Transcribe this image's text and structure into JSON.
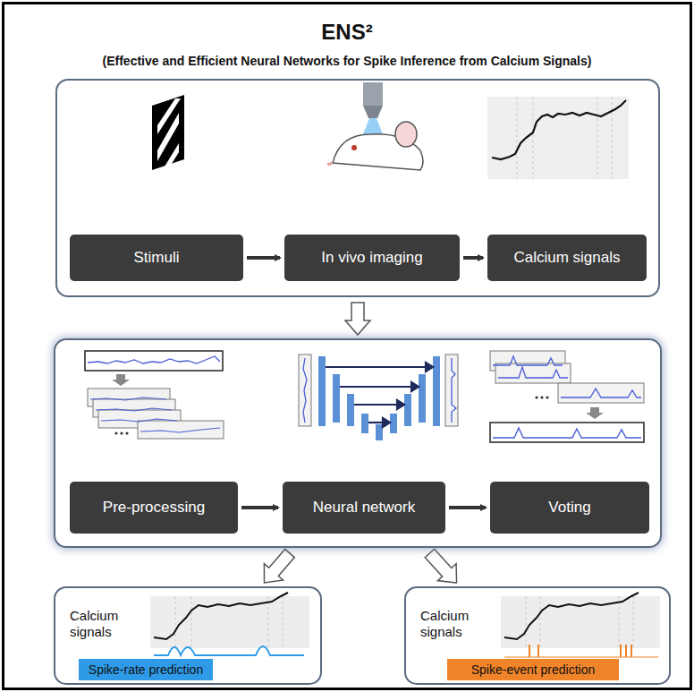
{
  "diagram": {
    "title": "ENS²",
    "nodes": [
      {
        "text": []
      },
      {
        "text": [
          "Stimuli"
        ],
        "in": 0
      },
      {
        "text": [
          "In vivo imaging"
        ],
        "in": 0
      },
      {
        "text": [
          "Calcium signals"
        ],
        "in": 0
      },
      {
        "text": []
      },
      {
        "text": [
          "Pre-processing"
        ],
        "in": 4
      },
      {
        "text": [
          "Neural network"
        ],
        "in": 4
      },
      {
        "text": [
          "Voting"
        ],
        "in": 4
      },
      {
        "text": [
          "Calcium signals"
        ]
      },
      {
        "text": [
          "Spike-rate prediction"
        ],
        "in": 8
      },
      {
        "text": [
          "Calcium signals"
        ]
      },
      {
        "text": [
          "Spike-event prediction"
        ],
        "in": 10
      }
    ],
    "edges": [
      {
        "from": 1,
        "to": 2,
        "arrow": "to"
      },
      {
        "from": 2,
        "to": 3,
        "arrow": "to"
      },
      {
        "from": 0,
        "to": 4,
        "arrow": "to"
      },
      {
        "from": 5,
        "to": 6,
        "arrow": "to"
      },
      {
        "from": 6,
        "to": 7,
        "arrow": "to"
      },
      {
        "from": 4,
        "to": 8,
        "arrow": "to"
      },
      {
        "from": 4,
        "to": 10,
        "arrow": "to"
      }
    ],
    "labels": [
      "(Effective and Efficient Neural Networks for Spike Inference from Calcium Signals)"
    ]
  }
}
